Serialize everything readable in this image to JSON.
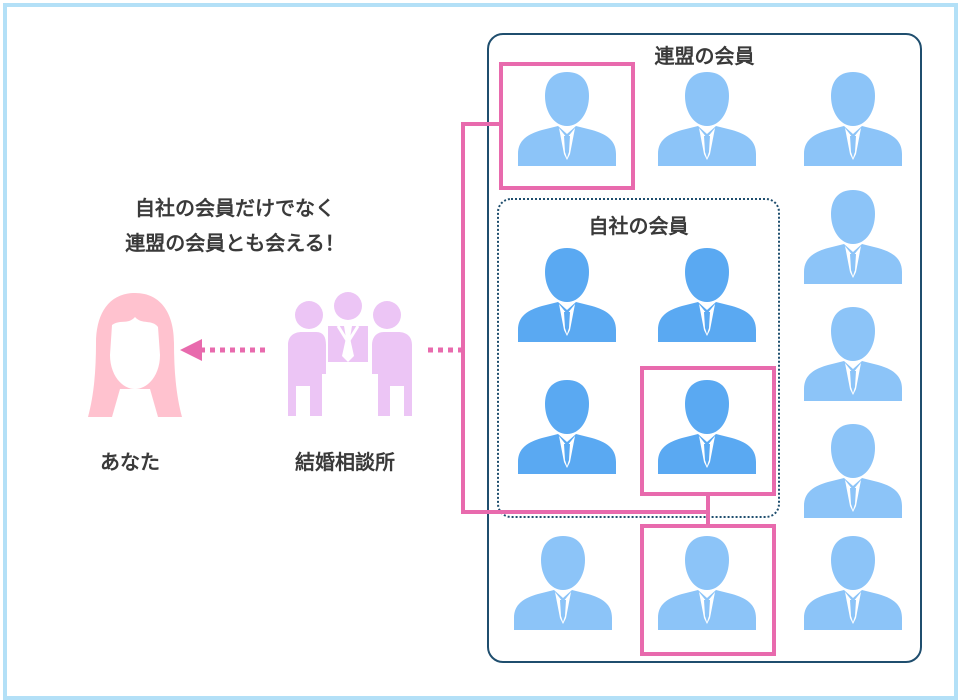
{
  "title": "連盟の会員",
  "inner_group": {
    "label": "自社の会員"
  },
  "headline": {
    "line1": "自社の会員だけでなく",
    "line2": "連盟の会員とも会える！"
  },
  "you": {
    "label": "あなた"
  },
  "agency": {
    "label": "結婚相談所"
  },
  "colors": {
    "frame": "#b3e0f7",
    "box_border": "#1f4e6e",
    "highlight": "#e86aad",
    "member_light": "#8cc4f8",
    "member_dark": "#5aa9f2",
    "agency": "#ecc5f5",
    "you": "#ffc2cf"
  },
  "members": [
    {
      "id": "u1",
      "group": "union",
      "highlighted": true
    },
    {
      "id": "u2",
      "group": "union",
      "highlighted": false
    },
    {
      "id": "u3",
      "group": "union",
      "highlighted": false
    },
    {
      "id": "u4",
      "group": "union",
      "highlighted": false
    },
    {
      "id": "u5",
      "group": "union",
      "highlighted": false
    },
    {
      "id": "u6",
      "group": "union",
      "highlighted": false
    },
    {
      "id": "c1",
      "group": "company",
      "highlighted": false
    },
    {
      "id": "c2",
      "group": "company",
      "highlighted": false
    },
    {
      "id": "c3",
      "group": "company",
      "highlighted": false
    },
    {
      "id": "c4",
      "group": "company",
      "highlighted": true
    },
    {
      "id": "u7",
      "group": "union",
      "highlighted": false
    },
    {
      "id": "u8",
      "group": "union",
      "highlighted": true
    },
    {
      "id": "u9",
      "group": "union",
      "highlighted": false
    }
  ]
}
